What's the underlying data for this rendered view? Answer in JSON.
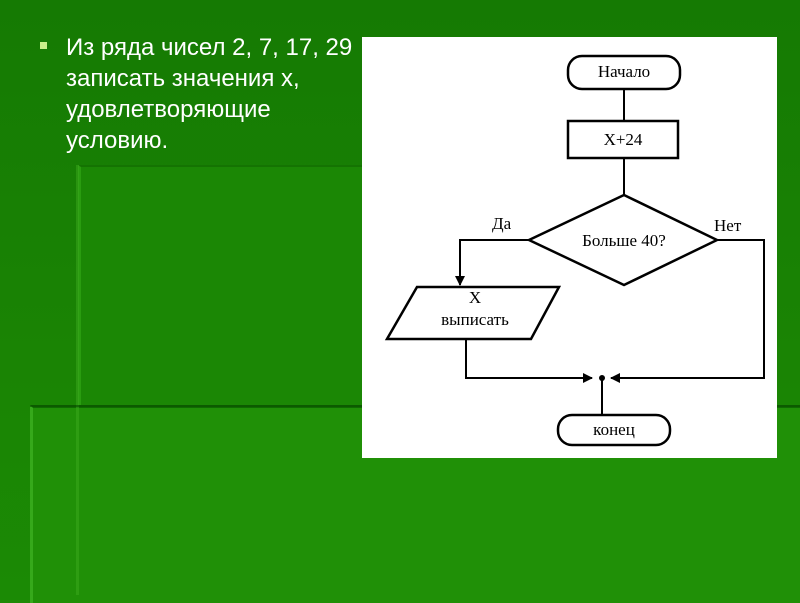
{
  "slide": {
    "bullet_text": "Из ряда чисел 2, 7, 17, 29 записать значения  x, удовлетворяющие условию."
  },
  "flowchart": {
    "start_label": "Начало",
    "process_label": "X+24",
    "decision_label": "Больше 40?",
    "yes_label": "Да",
    "no_label": "Нет",
    "output_line1": "X",
    "output_line2": "выписать",
    "end_label": "конец"
  },
  "colors": {
    "background": "#1f8a06",
    "bullet": "#c9f08a",
    "text": "#ffffff"
  }
}
